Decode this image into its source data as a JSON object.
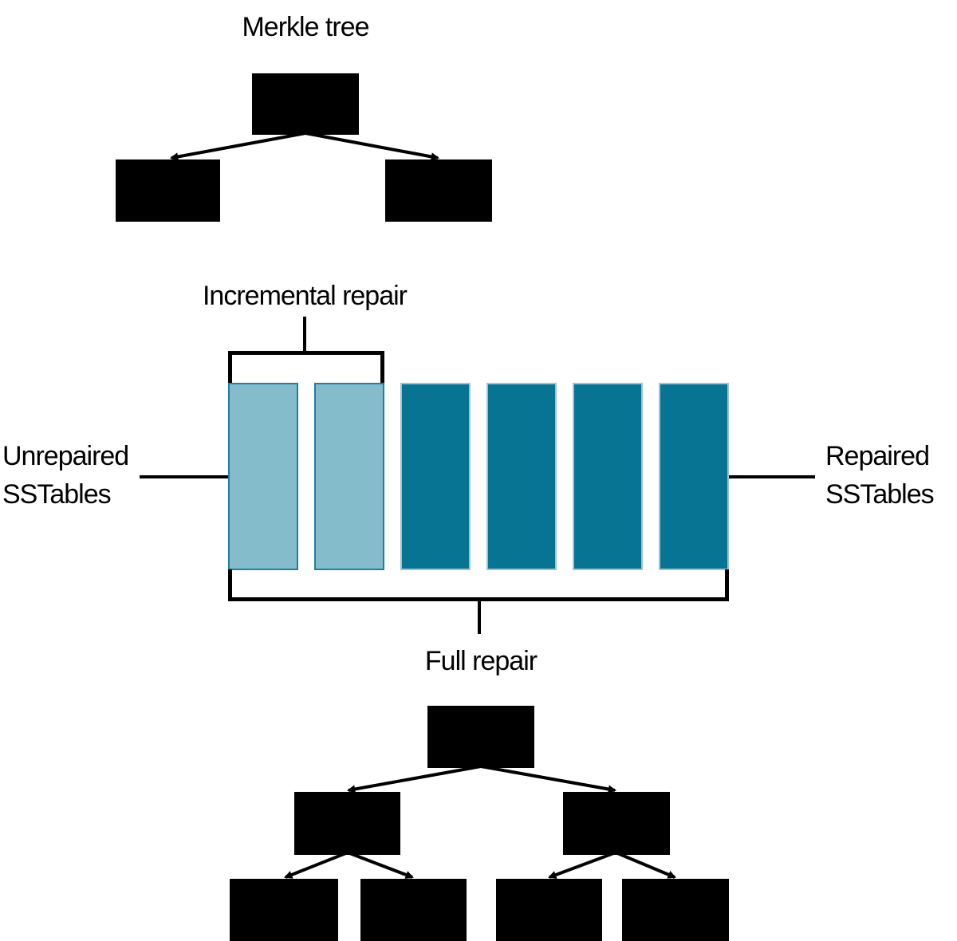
{
  "titles": {
    "merkle_tree": "Merkle tree",
    "incremental_repair": "Incremental repair",
    "full_repair": "Full repair"
  },
  "labels": {
    "unrepaired": {
      "line1": "Unrepaired",
      "line2": "SSTables"
    },
    "repaired": {
      "line1": "Repaired",
      "line2": "SSTables"
    }
  },
  "sstables": {
    "unrepaired_count": 2,
    "repaired_count": 4
  },
  "trees": {
    "top": {
      "level_counts": [
        1,
        2
      ]
    },
    "bottom": {
      "level_counts": [
        1,
        2,
        4
      ]
    }
  },
  "colors": {
    "unrepaired_fill": "#85BCCB",
    "unrepaired_border": "#1F7FA3",
    "repaired_fill": "#077494",
    "repaired_border": "#A2C2CF",
    "node_fill": "#000000",
    "line_color": "#000000",
    "background": "#FFFFFF"
  }
}
